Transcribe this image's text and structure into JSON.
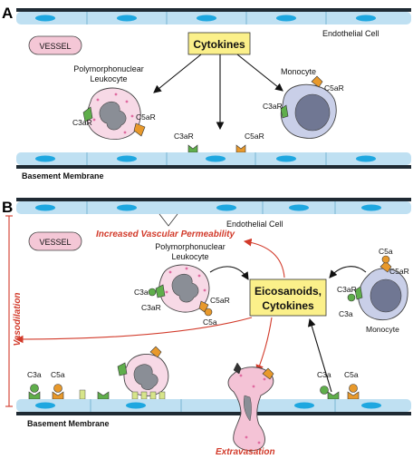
{
  "panel_a": {
    "letter": "A",
    "vessel": "VESSEL",
    "cytokines": "Cytokines",
    "endothelial_cell": "Endothelial Cell",
    "pmn_line1": "Polymorphonuclear",
    "pmn_line2": "Leukocyte",
    "monocyte": "Monocyte",
    "c3ar": "C3aR",
    "c5ar": "C5aR",
    "basement_membrane": "Basement Membrane"
  },
  "panel_b": {
    "letter": "B",
    "vessel": "VESSEL",
    "endothelial_cell": "Endothelial Cell",
    "increased_permeability": "Increased Vascular Permeability",
    "pmn_line1": "Polymorphonuclear",
    "pmn_line2": "Leukocyte",
    "mediators_line1": "Eicosanoids,",
    "mediators_line2": "Cytokines",
    "monocyte": "Monocyte",
    "c3a": "C3a",
    "c5a": "C5a",
    "c3ar": "C3aR",
    "c5ar": "C5aR",
    "vasodilation": "Vasodilation",
    "extravasation": "Extravasation",
    "basement_membrane": "Basement Membrane"
  },
  "colors": {
    "endothelium": "#bfe0f2",
    "nucleus_blue": "#1ea7e0",
    "membrane": "#1f2a33",
    "cytokine_box": "#fbf08a",
    "vessel_tag": "#f4c7d6",
    "pmn_cell": "#f7d9e6",
    "monocyte_cell": "#c9cfe8",
    "c3a_green": "#5fae4b",
    "c5a_orange": "#e8992b",
    "arrow_red": "#d23a2a"
  }
}
